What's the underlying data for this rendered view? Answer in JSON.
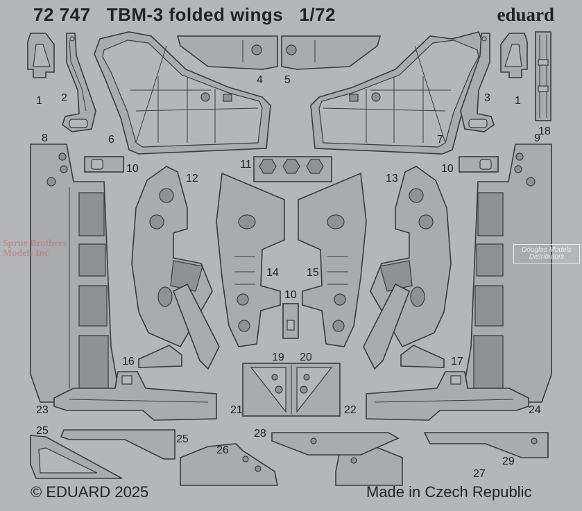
{
  "header": {
    "title": "72 747   TBM-3 folded wings   1/72",
    "brand": "eduard"
  },
  "footer": {
    "copyright": "© EDUARD 2025",
    "made_in": "Made in Czech Republic"
  },
  "watermarks": {
    "left": "Sprue Brothers Models Inc",
    "right": "Douglas Models Distributors"
  },
  "part_numbers": [
    "1",
    "2",
    "4",
    "5",
    "3",
    "1",
    "18",
    "6",
    "7",
    "8",
    "9",
    "10",
    "11",
    "10",
    "12",
    "13",
    "14",
    "15",
    "10",
    "16",
    "17",
    "19",
    "20",
    "21",
    "22",
    "23",
    "24",
    "25",
    "25",
    "26",
    "27",
    "28",
    "29"
  ],
  "colors": {
    "background": "#b4b6b8",
    "part_fill": "#a9abae",
    "part_edge": "#3a3a3a",
    "text": "#222222"
  }
}
